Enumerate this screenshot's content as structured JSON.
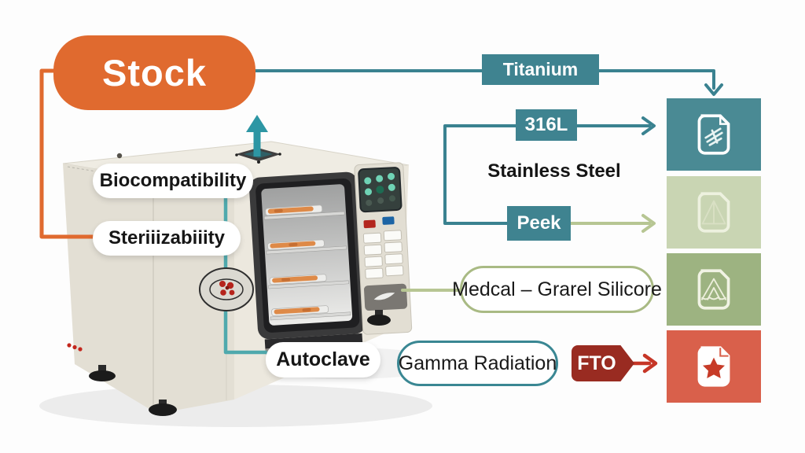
{
  "palette": {
    "stock_orange": "#E06A2F",
    "teal_box": "#3F8390",
    "teal_line": "#3A8290",
    "teal_bright_arrow": "#2D96A4",
    "teal_light_line": "#4FA9AD",
    "olive_line": "#B7C693",
    "olive_pill_border": "#A9BA84",
    "tile_teal": "#4A8A94",
    "tile_pale_green": "#C9D5B3",
    "tile_sage_green": "#9DB381",
    "tile_red": "#D9604B",
    "fto_tag_red": "#992B21",
    "red_arrow": "#C63627",
    "machine_beige": "#E8E4DA"
  },
  "stock": {
    "label": "Stock"
  },
  "machine": {
    "type": "autoclave-sterilizer-illustration",
    "labels": {
      "biocompatibility": "Biocompatibility",
      "sterilizability": "Steriiizabiiity",
      "autoclave": "Autoclave"
    }
  },
  "materials": {
    "titanium": {
      "label": "Titanium"
    },
    "stainless": {
      "grade": "316L",
      "name": "Stainless Steel"
    },
    "peek": {
      "label": "Peek"
    },
    "silicone": {
      "label": "Medcal – Grarel Silicore"
    }
  },
  "sterilization": {
    "gamma": {
      "label": "Gamma Radiation"
    },
    "fto": {
      "label": "FTO"
    }
  },
  "tiles": [
    {
      "name": "titanium-document-icon",
      "glyph": "scribble-marks",
      "color": "#4A8A94"
    },
    {
      "name": "peek-document-icon",
      "glyph": "triangle",
      "color": "#C9D5B3"
    },
    {
      "name": "silicone-document-icon",
      "glyph": "mountain",
      "color": "#9DB381"
    },
    {
      "name": "fto-document-icon",
      "glyph": "star",
      "color": "#D9604B"
    }
  ]
}
